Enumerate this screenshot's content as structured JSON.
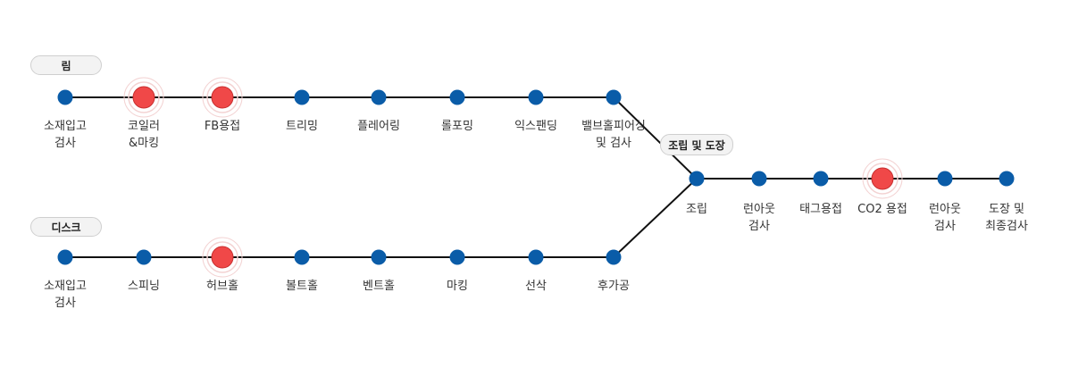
{
  "lines": {
    "rim_label": "림",
    "disk_label": "디스크",
    "merge_label": "조립 및 도장"
  },
  "steps": {
    "rim": [
      {
        "label": "소재입고\n검사",
        "key": false
      },
      {
        "label": "코일러\n&마킹",
        "key": true
      },
      {
        "label": "FB용접",
        "key": true
      },
      {
        "label": "트리밍",
        "key": false
      },
      {
        "label": "플레어링",
        "key": false
      },
      {
        "label": "롤포밍",
        "key": false
      },
      {
        "label": "익스팬딩",
        "key": false
      },
      {
        "label": "밸브홀피어싱\n및 검사",
        "key": false
      }
    ],
    "disk": [
      {
        "label": "소재입고\n검사",
        "key": false
      },
      {
        "label": "스피닝",
        "key": false
      },
      {
        "label": "허브홀",
        "key": true
      },
      {
        "label": "볼트홀",
        "key": false
      },
      {
        "label": "벤트홀",
        "key": false
      },
      {
        "label": "마킹",
        "key": false
      },
      {
        "label": "선삭",
        "key": false
      },
      {
        "label": "후가공",
        "key": false
      }
    ],
    "assembly": [
      {
        "label": "조립",
        "key": false
      },
      {
        "label": "런아웃\n검사",
        "key": false
      },
      {
        "label": "태그용접",
        "key": false
      },
      {
        "label": "CO2 용접",
        "key": true
      },
      {
        "label": "런아웃\n검사",
        "key": false
      },
      {
        "label": "도장 및\n최종검사",
        "key": false
      }
    ]
  },
  "colors": {
    "line": "#111111",
    "node": "#0a5ca8",
    "key_node": "#f04848",
    "key_halo": "#f3d2d2"
  }
}
